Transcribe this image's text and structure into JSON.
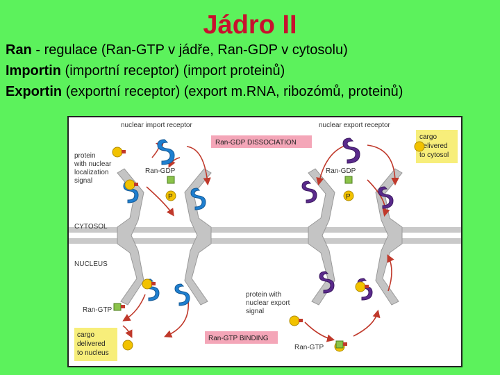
{
  "title": "Jádro II",
  "lines": [
    {
      "bold": "Ran",
      "text": " - regulace (Ran-GTP v jádře, Ran-GDP v cytosolu)"
    },
    {
      "bold": "Importin",
      "text": " (importní receptor) (import proteinů)"
    },
    {
      "bold": "Exportin",
      "text": " (exportní receptor) (export m.RNA, ribozómů, proteinů)"
    }
  ],
  "figure": {
    "nuclear_import_receptor": "nuclear import receptor",
    "nuclear_export_receptor": "nuclear export receptor",
    "ran_gdp_dissociation": "Ran-GDP DISSOCIATION",
    "ran_gtp_binding": "Ran-GTP BINDING",
    "cargo_cytosol": [
      "cargo",
      "delivered",
      "to cytosol"
    ],
    "cargo_nucleus": [
      "cargo",
      "delivered",
      "to nucleus"
    ],
    "protein_nls": [
      "protein",
      "with nuclear",
      "localization",
      "signal"
    ],
    "protein_nes": [
      "protein with",
      "nuclear export",
      "signal"
    ],
    "cytosol": "CYTOSOL",
    "nucleus": "NUCLEUS",
    "ran_gdp_left": "Ran-GDP",
    "ran_gdp_right": "Ran-GDP",
    "ran_gtp_left": "Ran-GTP",
    "ran_gtp_right": "Ran-GTP",
    "p_label": "P",
    "colors": {
      "background": "#5cf25c",
      "title": "#c8102e",
      "importin": "#1e7fd0",
      "exportin": "#5a2a8c",
      "cargo": "#f2c200",
      "pink_box": "#f4a6b8",
      "yellow_box": "#f7ee7a",
      "arrow": "#c0392b"
    }
  }
}
